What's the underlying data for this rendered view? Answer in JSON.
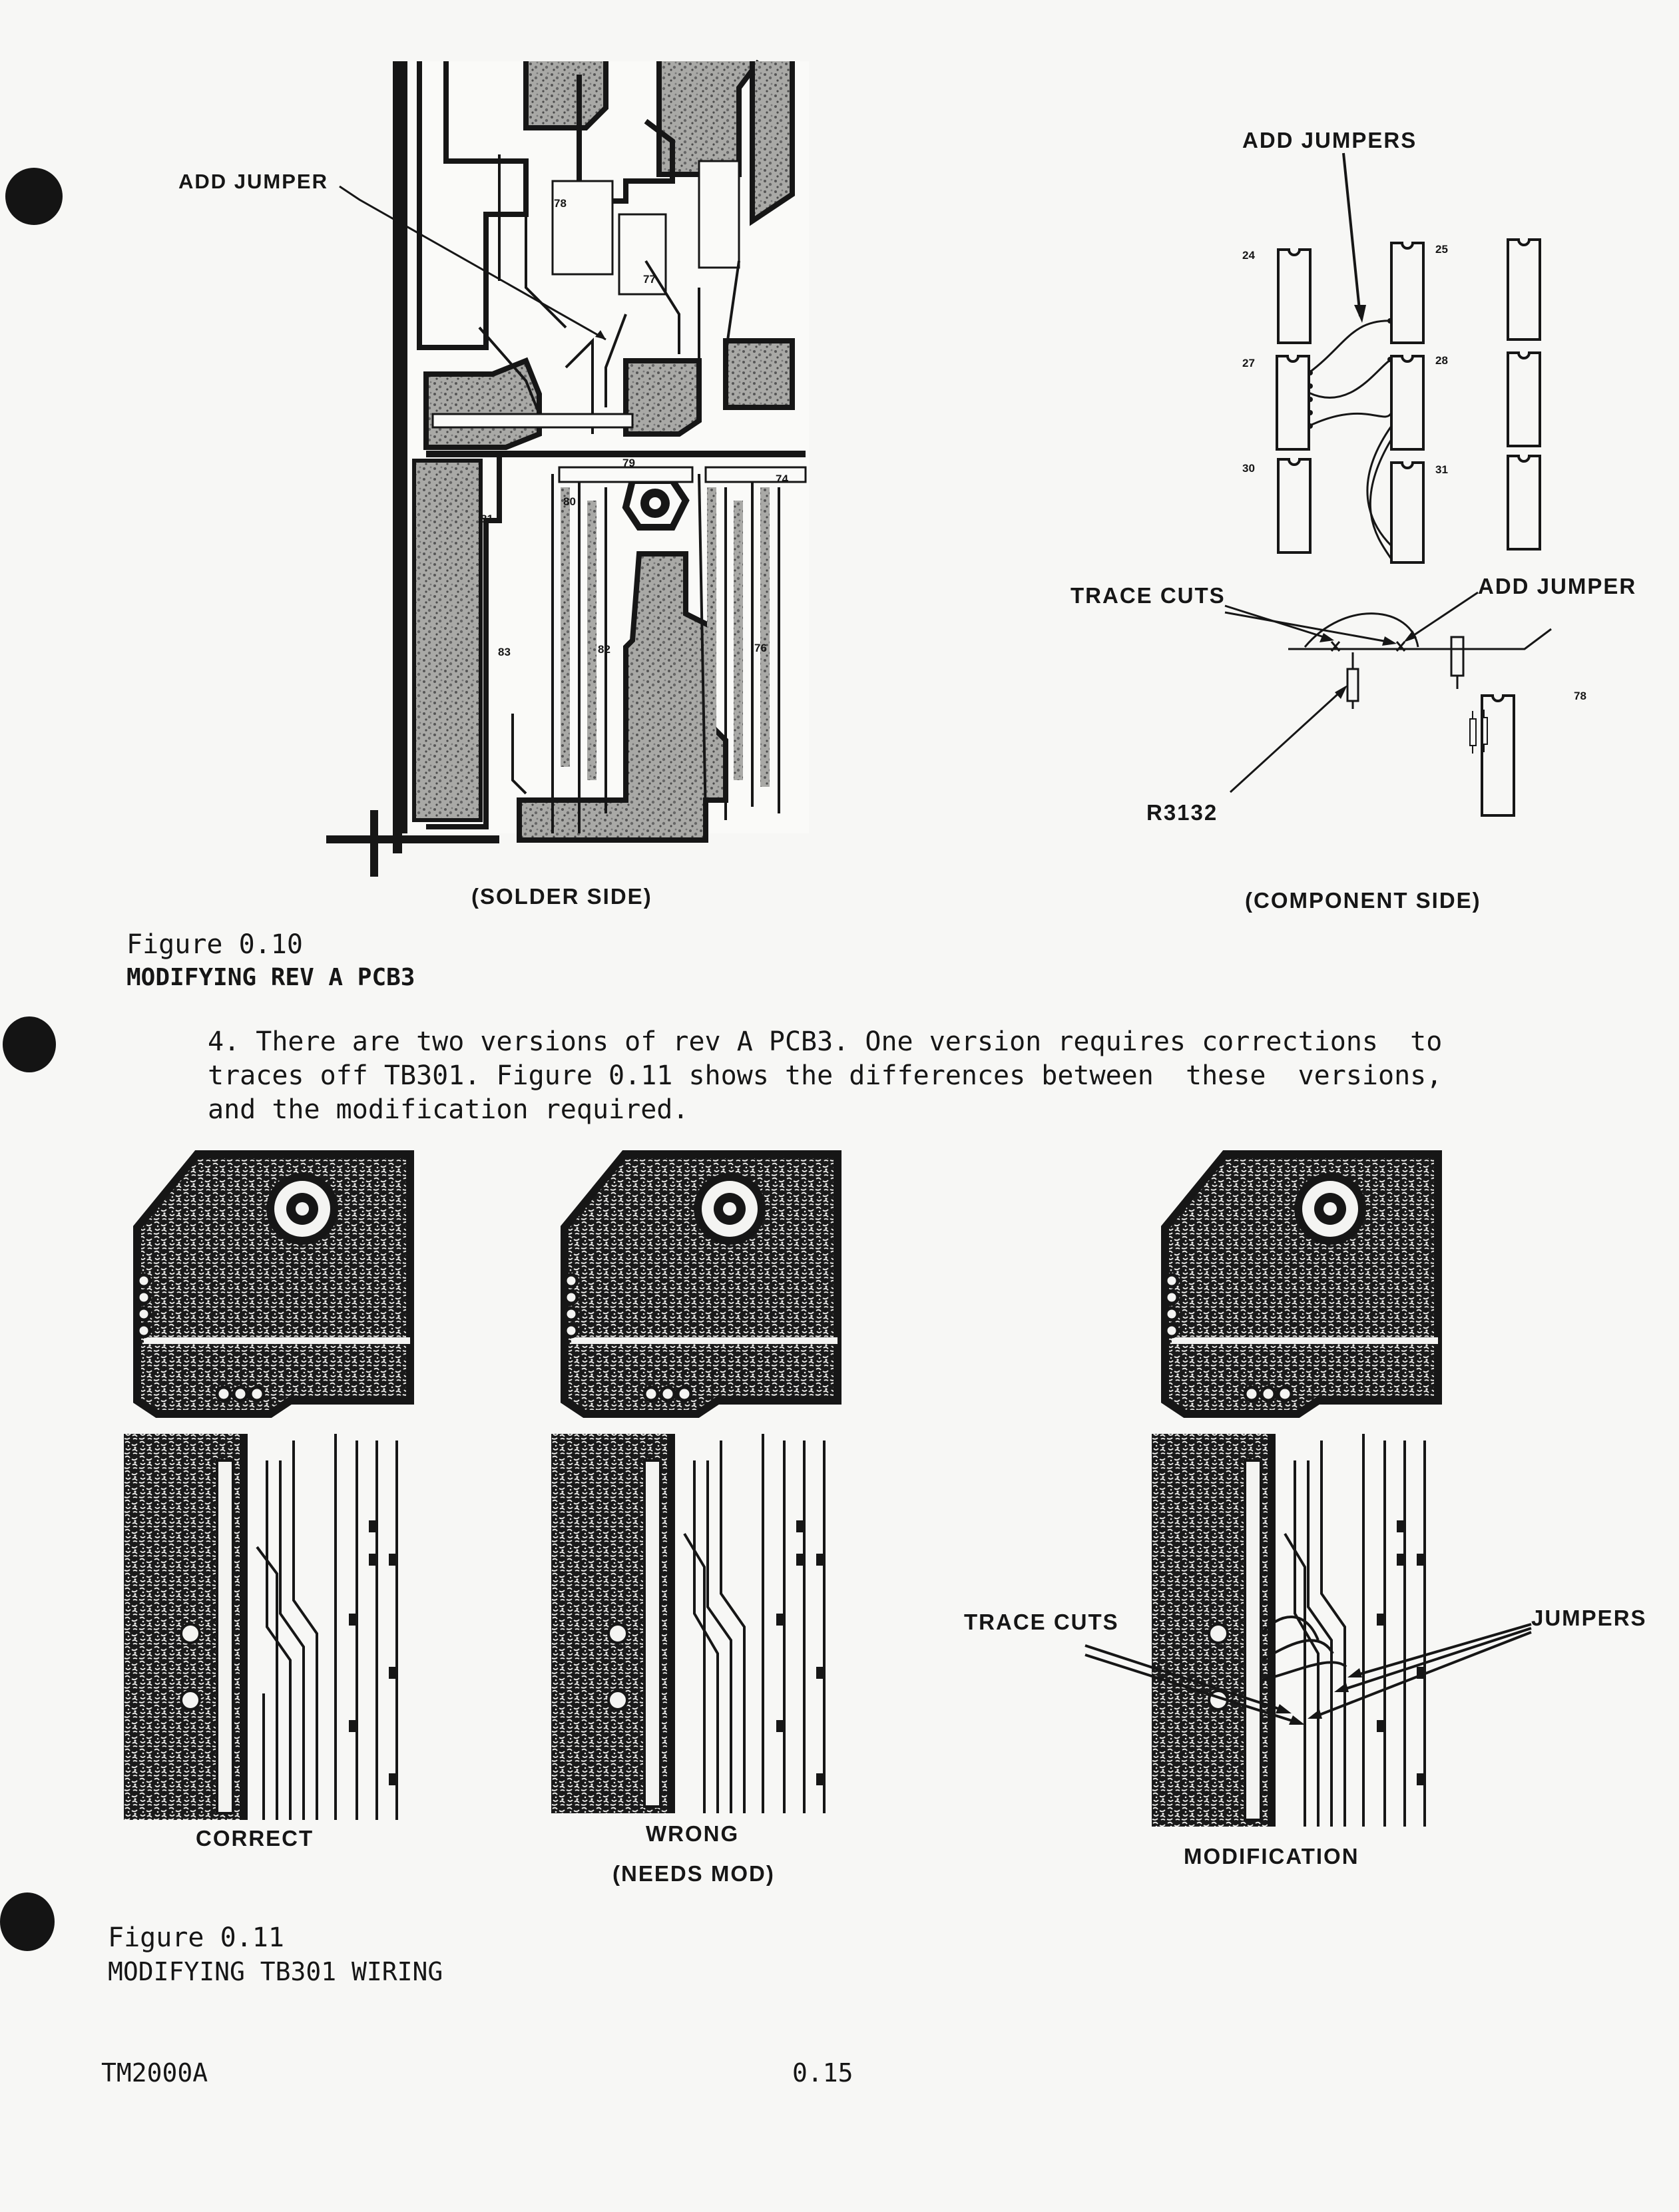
{
  "figure_010": {
    "solder_side": {
      "callout": "ADD JUMPER",
      "caption": "(SOLDER SIDE)",
      "chip_labels": [
        "78",
        "77",
        "79",
        "81",
        "80",
        "74",
        "83",
        "82",
        "76"
      ]
    },
    "component_side": {
      "add_jumpers": "ADD JUMPERS",
      "trace_cuts": "TRACE CUTS",
      "add_jumper": "ADD JUMPER",
      "resistor": "R3132",
      "caption": "(COMPONENT SIDE)",
      "chip_labels": [
        "24",
        "25",
        "27",
        "28",
        "30",
        "31",
        "78"
      ]
    },
    "caption_number": "Figure 0.10",
    "caption_title": "MODIFYING REV A PCB3"
  },
  "paragraph": {
    "line1": "4. There are two versions of rev A PCB3. One version requires corrections  to",
    "line2": "traces off TB301. Figure 0.11 shows the differences between  these  versions,",
    "line3": "and the modification required."
  },
  "figure_011": {
    "panels": {
      "correct": "CORRECT",
      "wrong": "WRONG",
      "needs_mod": "(NEEDS MOD)",
      "modification": "MODIFICATION"
    },
    "trace_cuts": "TRACE CUTS",
    "jumpers": "JUMPERS",
    "caption_number": "Figure 0.11",
    "caption_title": "MODIFYING TB301 WIRING"
  },
  "footer": {
    "doc_id": "TM2000A",
    "page_number": "0.15"
  }
}
